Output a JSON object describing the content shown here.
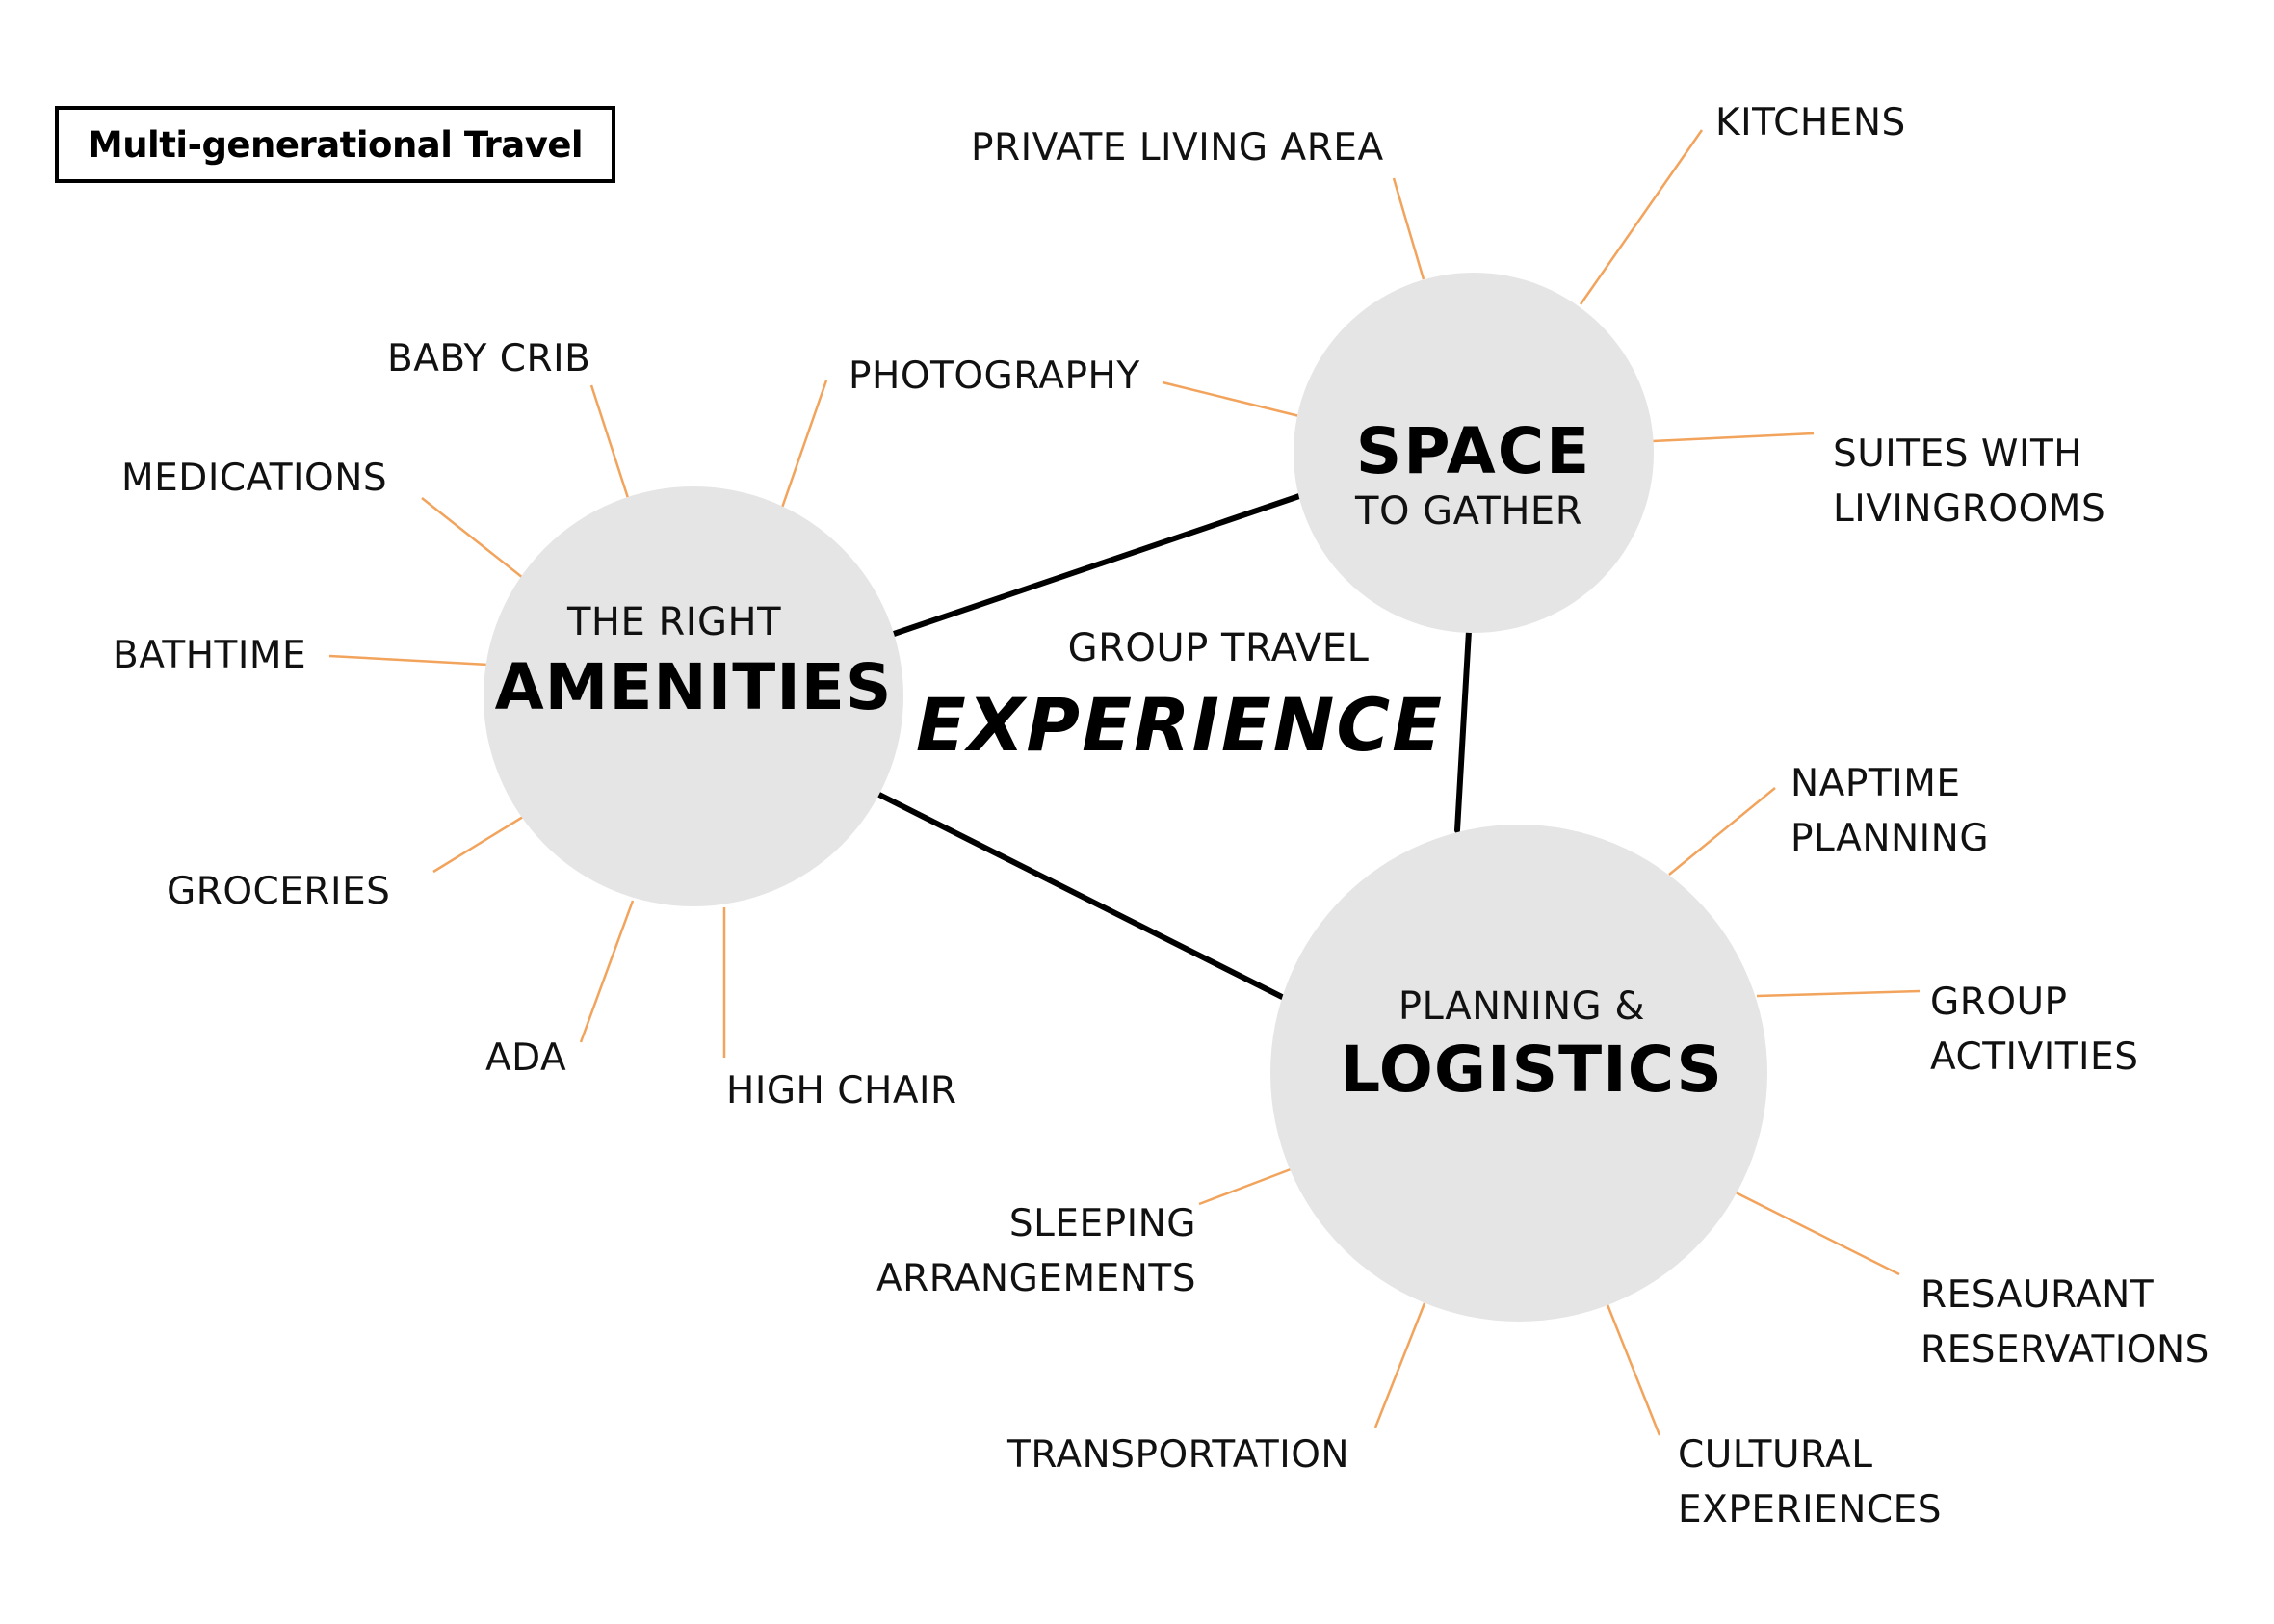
{
  "title": "Multi-generational Travel",
  "center": {
    "line1": "GROUP TRAVEL",
    "line2": "EXPERIENCE"
  },
  "hubs": {
    "amenities": {
      "small": "THE RIGHT",
      "big": "AMENITIES",
      "items": {
        "baby_crib": "BABY CRIB",
        "medications": "MEDICATIONS",
        "bathtime": "BATHTIME",
        "groceries": "GROCERIES",
        "ada": "ADA",
        "high_chair": "HIGH CHAIR",
        "photography": "PHOTOGRAPHY"
      }
    },
    "space": {
      "big": "SPACE",
      "small": "TO GATHER",
      "items": {
        "private_living_area": "PRIVATE LIVING AREA",
        "kitchens": "KITCHENS",
        "suites": [
          "SUITES WITH",
          "LIVINGROOMS"
        ]
      }
    },
    "logistics": {
      "small": "PLANNING &",
      "big": "LOGISTICS",
      "items": {
        "naptime": [
          "NAPTIME",
          "PLANNING"
        ],
        "group_activities": [
          "GROUP",
          "ACTIVITIES"
        ],
        "restaurant": [
          "RESAURANT",
          "RESERVATIONS"
        ],
        "cultural": [
          "CULTURAL",
          "EXPERIENCES"
        ],
        "transportation": "TRANSPORTATION",
        "sleeping": [
          "SLEEPING",
          "ARRANGEMENTS"
        ]
      }
    }
  },
  "colors": {
    "circle_fill": "#e6e5e6",
    "spoke": "#f2a35c",
    "connector": "#000000",
    "text": "#111111"
  }
}
